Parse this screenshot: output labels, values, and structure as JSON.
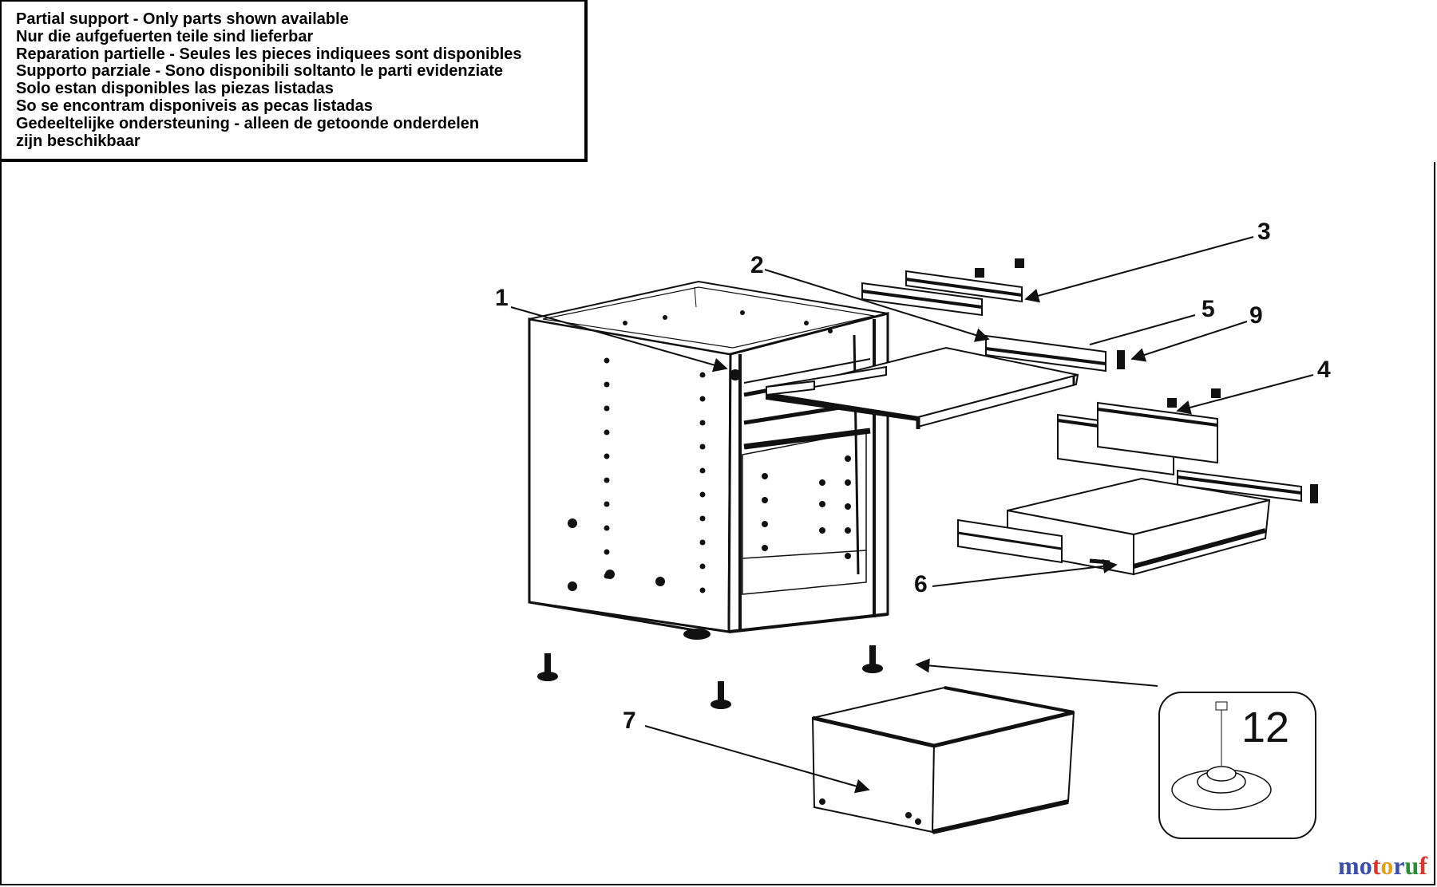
{
  "notice": {
    "lines": [
      "Partial support - Only parts shown available",
      "Nur die aufgefuerten teile sind lieferbar",
      "Reparation partielle - Seules les pieces indiquees sont disponibles",
      "Supporto parziale - Sono disponibili soltanto le parti evidenziate",
      "Solo estan disponibles las piezas listadas",
      "So se encontram disponiveis as pecas listadas",
      "Gedeeltelijke ondersteuning - alleen de getoonde onderdelen",
      "zijn beschikbaar"
    ]
  },
  "callouts": {
    "p1": "1",
    "p2": "2",
    "p3": "3",
    "p4": "4",
    "p5": "5",
    "p6": "6",
    "p7": "7",
    "p9": "9",
    "p12": "12"
  },
  "brand": {
    "letters": [
      "m",
      "o",
      "t",
      "o",
      "r",
      "u",
      "f"
    ],
    "colors": [
      "#3b4fa8",
      "#3b4fa8",
      "#d23a2f",
      "#e0a020",
      "#3b4fa8",
      "#2e8b3a",
      "#d23a2f"
    ]
  }
}
